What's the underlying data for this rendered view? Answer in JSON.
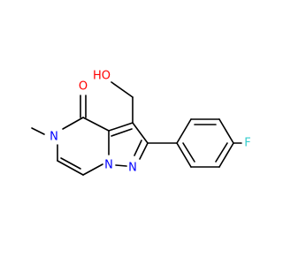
{
  "structure": {
    "atoms": {
      "O_carbonyl": {
        "symbol": "O",
        "color": "#ff0000"
      },
      "OH": {
        "symbol": "HO",
        "color": "#ff0000"
      },
      "N_pyrazinone": {
        "symbol": "N",
        "color": "#0000ff"
      },
      "N_bridge": {
        "symbol": "N",
        "color": "#0000ff"
      },
      "N_pyrazole": {
        "symbol": "N",
        "color": "#0000ff"
      },
      "F": {
        "symbol": "F",
        "color": "#33cccc"
      }
    }
  }
}
